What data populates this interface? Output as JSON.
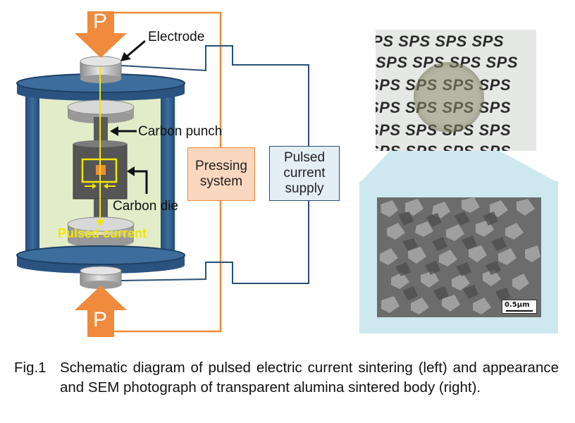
{
  "figure": {
    "labels": {
      "pressure_top": "P",
      "pressure_bottom": "P",
      "electrode": "Electrode",
      "carbon_punch": "Carbon punch",
      "carbon_die": "Carbon die",
      "pulsed_current": "Pulsed current",
      "pressing_system": "Pressing system",
      "pulsed_current_supply": "Pulsed current supply"
    },
    "photo": {
      "sample_text": "SPS",
      "scale_bar": "0.5μm"
    },
    "caption": {
      "number": "Fig.1",
      "text": "Schematic diagram of pulsed electric current sintering (left) and appearance and SEM photograph  of transparent alumina sintered body (right)."
    }
  },
  "colors": {
    "frame_blue": "#2f5d8c",
    "chamber_green": "#e3ecc8",
    "press_orange": "#f08a3c",
    "press_box_fill": "#fbd7bf",
    "supply_box_fill": "#e4eef5",
    "current_yellow": "#f2e600",
    "inset_blue": "#cde9ef"
  }
}
